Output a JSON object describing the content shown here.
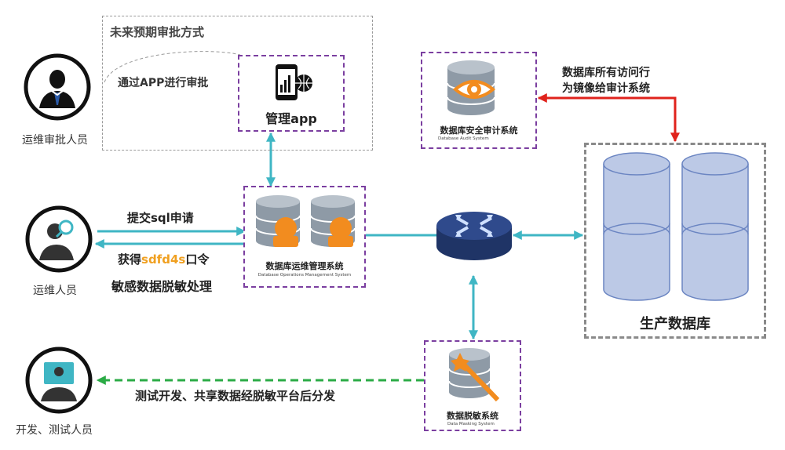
{
  "future_section": {
    "title": "未来预期审批方式",
    "app_text": "通过APP进行审批"
  },
  "roles": {
    "approver": "运维审批人员",
    "ops": "运维人员",
    "dev_test": "开发、测试人员"
  },
  "mgmt_app": {
    "label": "管理app"
  },
  "audit_system": {
    "cn": "数据库安全审计系统",
    "en": "Database Audit System"
  },
  "ops_system": {
    "cn": "数据库运维管理系统",
    "en": "Database Operations Management System"
  },
  "masking_system": {
    "cn": "数据脱敏系统",
    "en": "Data Masking System"
  },
  "production_db": {
    "label": "生产数据库"
  },
  "flows": {
    "submit_sql": "提交sql申请",
    "get_password_prefix": "获得",
    "get_password_code": "sdfd4s",
    "get_password_suffix": "口令",
    "masking": "敏感数据脱敏处理",
    "mirror_line1": "数据库所有访问行",
    "mirror_line2": "为镜像给审计系统",
    "dev_share": "测试开发、共享数据经脱敏平台后分发"
  },
  "colors": {
    "teal": "#3fb6c4",
    "red": "#e0231c",
    "green": "#2bab46",
    "purple": "#7b3fa0",
    "orange": "#f28c1f",
    "code_orange": "#f0a020",
    "db_blue": "#bcc9e6",
    "router_blue": "#2f4a8c"
  }
}
